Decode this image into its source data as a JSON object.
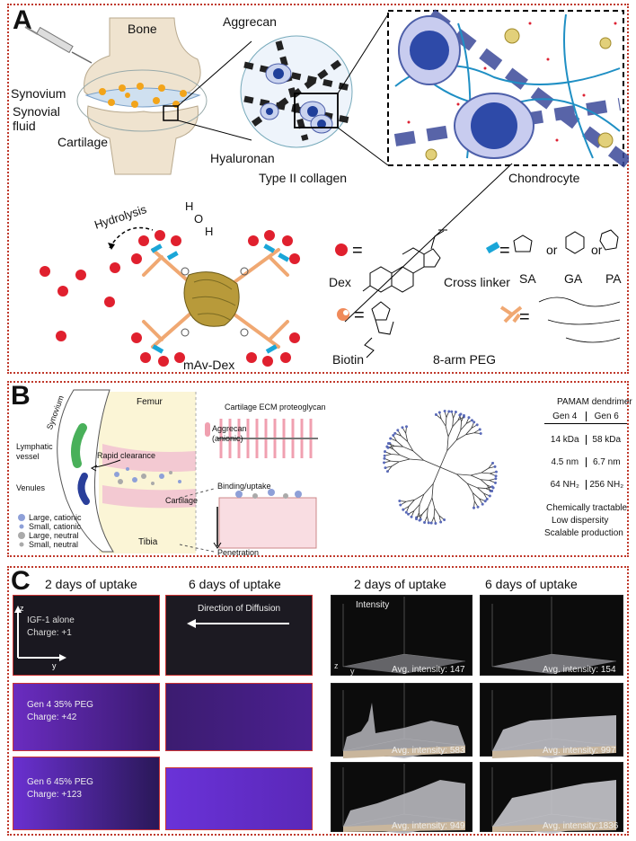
{
  "panelA": {
    "label": "A",
    "bone": "Bone",
    "synovium": "Synovium",
    "synovial_fluid": "Synovial\nfluid",
    "cartilage": "Cartilage",
    "aggrecan": "Aggrecan",
    "hyaluronan": "Hyaluronan",
    "collagen": "Type II collagen",
    "chondrocyte": "Chondrocyte",
    "hydrolysis": "Hydrolysis",
    "h2o_h1": "H",
    "h2o_o": "O",
    "h2o_h2": "H",
    "complex": "mAv-Dex",
    "legend_dex": "Dex",
    "legend_crosslinker": "Cross linker",
    "legend_sa": "SA",
    "legend_ga": "GA",
    "legend_pa": "PA",
    "legend_or1": "or",
    "legend_or2": "or",
    "legend_biotin": "Biotin",
    "legend_peg": "8-arm PEG",
    "eq": "="
  },
  "panelB": {
    "label": "B",
    "femur": "Femur",
    "tibia": "Tibia",
    "synovium": "Synovium",
    "lymphatic": "Lymphatic\nvessel",
    "venules": "Venules",
    "rapid": "Rapid clearance",
    "cartilage": "Cartilage",
    "legend": [
      "Large, cationic",
      "Small, cationic",
      "Large, neutral",
      "Small, neutral"
    ],
    "ecm": "Cartilage ECM proteoglycan",
    "aggrecan": "Aggrecan\n(anionic)",
    "binding": "Binding/uptake",
    "penetration": "Penetration",
    "pamam": "PAMAM dendrimer",
    "table_headers": [
      "Gen 4",
      "Gen 6"
    ],
    "table_rows": [
      [
        "14 kDa",
        "58 kDa"
      ],
      [
        "4.5 nm",
        "6.7 nm"
      ],
      [
        "64 NH₂",
        "256 NH₂"
      ]
    ],
    "props": [
      "Chemically tractable",
      "Low dispersity",
      "Scalable production"
    ]
  },
  "panelC": {
    "label": "C",
    "left_head1": "2 days of uptake",
    "left_head2": "6 days of uptake",
    "right_head1": "2 days of uptake",
    "right_head2": "6 days of uptake",
    "row1_label": "IGF-1 alone\nCharge: +1",
    "row2_label": "Gen 4 35% PEG\nCharge: +42",
    "row3_label": "Gen 6 45% PEG\nCharge: +123",
    "direction": "Direction of Diffusion",
    "axis_z": "z",
    "axis_y": "y",
    "intensity": "Intensity",
    "axis3d_z": "z",
    "axis3d_y": "y",
    "avg": [
      [
        "Avg. intensity: 147",
        "Avg. intensity: 154"
      ],
      [
        "Avg. intensity: 583",
        "Avg. intensity: 997"
      ],
      [
        "Avg. intensity: 949",
        "Avg. intensity:1836"
      ]
    ]
  }
}
